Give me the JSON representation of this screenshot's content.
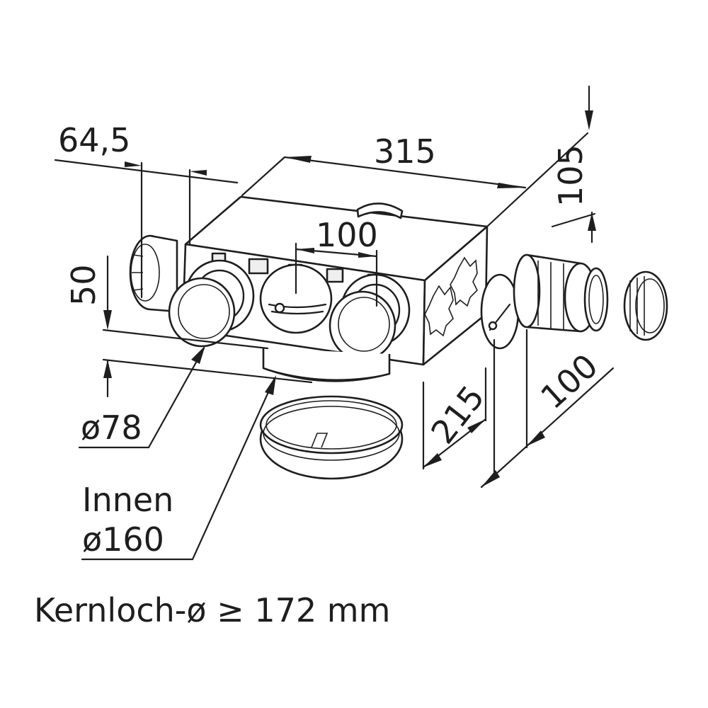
{
  "dimensions": {
    "width_left": "64,5",
    "length_total": "315",
    "spacing_center": "100",
    "height_box": "105",
    "offset_vertical": "50",
    "depth_total": "215",
    "spigot_length": "100"
  },
  "labels": {
    "spigot_diameter": "ø78",
    "inner_line1": "Innen",
    "inner_line2": "ø160",
    "core_hole": "Kernloch-ø ≥ 172 mm"
  }
}
